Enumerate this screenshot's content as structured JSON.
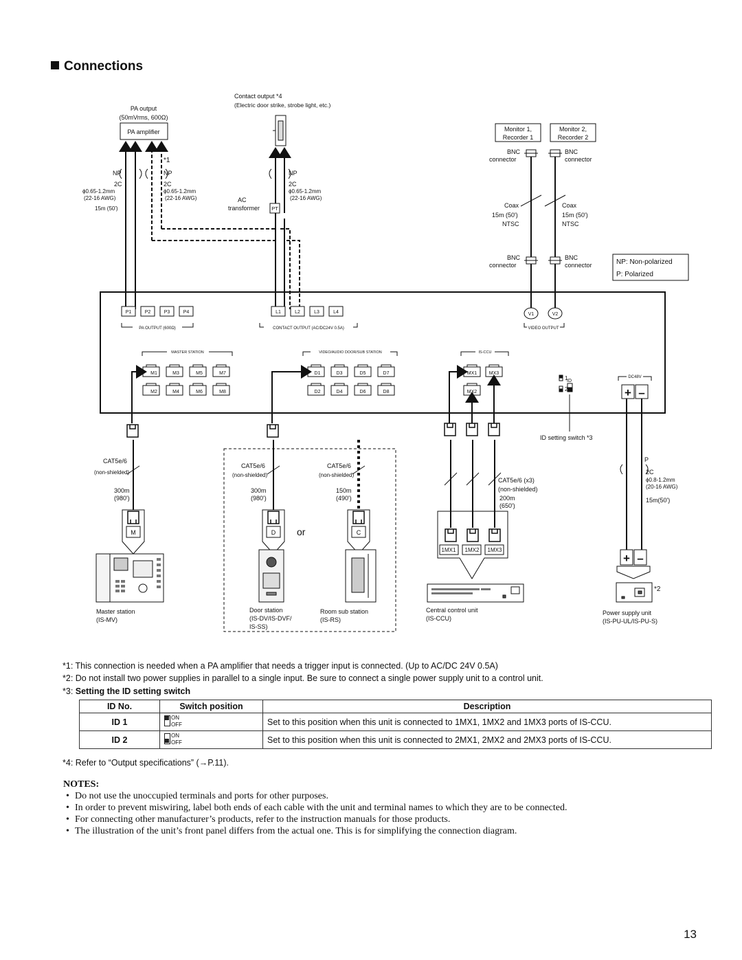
{
  "heading": "Connections",
  "diagram": {
    "pa_output": "PA output",
    "pa_output_spec": "(50mVrms, 600Ω)",
    "pa_amplifier": "PA amplifier",
    "contact_output": "Contact output *4",
    "contact_output_desc": "(Electric door strike, strobe light, etc.)",
    "monitor1": "Monitor 1,",
    "recorder1": "Recorder 1",
    "monitor2": "Monitor 2,",
    "recorder2": "Recorder 2",
    "bnc": "BNC",
    "connector": "connector",
    "star1": "*1",
    "np": "NP",
    "p": "P",
    "two_c": "2C",
    "gauge_a": "ϕ0.65-1.2mm",
    "gauge_a_awg": "(22-16 AWG)",
    "gauge_b": "ϕ0.8-1.2mm",
    "gauge_b_awg": "(20-16 AWG)",
    "len_15m": "15m (50')",
    "len_15m_power": "15m(50')",
    "ac": "AC",
    "transformer": "transformer",
    "pt": "PT",
    "coax": "Coax",
    "ntsc": "NTSC",
    "legend_np": "NP: Non-polarized",
    "legend_p": "P: Polarized",
    "pa_terminals": [
      "P1",
      "P2",
      "P3",
      "P4"
    ],
    "contact_terminals": [
      "L1",
      "L2",
      "L3",
      "L4"
    ],
    "video_terminals": [
      "V1",
      "V2"
    ],
    "pa_output_label": "PA OUTPUT (600Ω)",
    "contact_output_label": "CONTACT OUTPUT (AC/DC24V  0.5A)",
    "video_output_label": "VIDEO OUTPUT",
    "master_station_label": "MASTER STATION",
    "video_audio_label": "VIDEO/AUDIO DOOR/SUB STATION",
    "is_ccu_label": "IS-CCU",
    "dc48v_label": "DC48V",
    "master_ports_top": [
      "M1",
      "M3",
      "M5",
      "M7"
    ],
    "master_ports_bottom": [
      "M2",
      "M4",
      "M6",
      "M8"
    ],
    "door_ports_top": [
      "D1",
      "D3",
      "D5",
      "D7"
    ],
    "door_ports_bottom": [
      "D2",
      "D4",
      "D6",
      "D8"
    ],
    "ccu_ports_top": [
      "MX1",
      "MX3"
    ],
    "ccu_ports_bottom": [
      "MX2"
    ],
    "id_1": "1",
    "id_2": "2",
    "id_label": "ID",
    "plus": "+",
    "minus": "–",
    "id_setting_switch": "ID setting switch *3",
    "cat5e6": "CAT5e/6",
    "cat5e6_x3": "CAT5e/6 (x3)",
    "non_shielded": "(non-shielded)",
    "len_300m": "300m",
    "len_980": "(980')",
    "len_150m": "150m",
    "len_490": "(490')",
    "len_200m": "200m",
    "len_650": "(650')",
    "jack_m": "M",
    "jack_d": "D",
    "jack_c": "C",
    "or": "or",
    "ccu_jacks": [
      "1MX1",
      "1MX2",
      "1MX3"
    ],
    "star2": "*2",
    "master_station": "Master station",
    "master_station_model": "(IS-MV)",
    "door_station": "Door station",
    "door_station_model1": "(IS-DV/IS-DVF/",
    "door_station_model2": "IS-SS)",
    "room_sub_station": "Room sub station",
    "room_sub_station_model": "(IS-RS)",
    "central_control_unit": "Central control unit",
    "central_control_unit_model": "(IS-CCU)",
    "power_supply_unit": "Power supply unit",
    "power_supply_unit_model": "(IS-PU-UL/IS-PU-S)"
  },
  "footnotes": {
    "fn1": "*1: This connection is needed when a PA amplifier that needs a trigger input is connected. (Up to AC/DC 24V 0.5A)",
    "fn2": "*2: Do not install two power supplies in parallel to a single input. Be sure to connect a single power supply unit to a control unit.",
    "fn3_prefix": "*3: ",
    "fn3_title": "Setting the ID setting switch",
    "fn4": "*4: Refer to “Output specifications” (→P.11)."
  },
  "id_table": {
    "headers": [
      "ID No.",
      "Switch position",
      "Description"
    ],
    "switch_on": "ON",
    "switch_off": "OFF",
    "rows": [
      {
        "id": "ID 1",
        "position": "ON",
        "description": "Set to this position when this unit is connected to 1MX1, 1MX2 and 1MX3 ports of IS-CCU."
      },
      {
        "id": "ID 2",
        "position": "OFF",
        "description": "Set to this position when this unit is connected to 2MX1, 2MX2 and 2MX3 ports of IS-CCU."
      }
    ]
  },
  "notes": {
    "title": "NOTES:",
    "items": [
      "Do not use the unoccupied terminals and ports for other purposes.",
      "In order to prevent miswiring, label both ends of each cable with the unit and terminal names to which they are to be connected.",
      "For connecting other manufacturer’s products, refer to the instruction manuals for those products.",
      "The illustration of the unit’s front panel differs from the actual one. This is for simplifying the connection diagram."
    ]
  },
  "page_number": "13"
}
